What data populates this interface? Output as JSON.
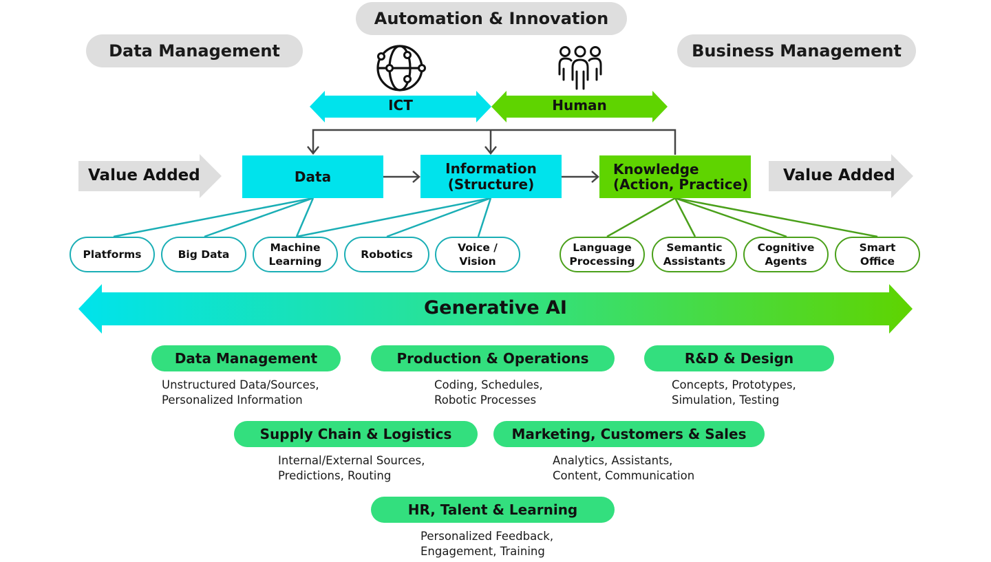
{
  "header": {
    "center_title": "Automation & Innovation",
    "left_title": "Data Management",
    "right_title": "Business Management"
  },
  "icons": {
    "ict": "globe-network-icon",
    "human": "people-group-icon"
  },
  "arrows_top": {
    "ict_label": "ICT",
    "human_label": "Human",
    "ict_color": "#00e3ec",
    "human_color": "#5fd400"
  },
  "flow": {
    "value_added_left": "Value Added",
    "value_added_right": "Value Added",
    "data": "Data",
    "information": [
      "Information",
      "(Structure)"
    ],
    "knowledge": [
      "Knowledge",
      "(Action, Practice)"
    ]
  },
  "technologies": {
    "ict": [
      [
        "Platforms"
      ],
      [
        "Big Data"
      ],
      [
        "Machine",
        "Learning"
      ],
      [
        "Robotics"
      ],
      [
        "Voice /",
        "Vision"
      ]
    ],
    "human": [
      [
        "Language",
        "Processing"
      ],
      [
        "Semantic",
        "Assistants"
      ],
      [
        "Cognitive",
        "Agents"
      ],
      [
        "Smart",
        "Office"
      ]
    ]
  },
  "generative_ai": {
    "label": "Generative AI",
    "gradient_start": "#00e3ec",
    "gradient_end": "#5fd400"
  },
  "functions": [
    {
      "title": "Data Management",
      "desc": [
        "Unstructured Data/Sources,",
        "Personalized Information"
      ]
    },
    {
      "title": "Production & Operations",
      "desc": [
        "Coding, Schedules,",
        "Robotic Processes"
      ]
    },
    {
      "title": "R&D & Design",
      "desc": [
        "Concepts, Prototypes,",
        "Simulation, Testing"
      ]
    },
    {
      "title": "Supply Chain & Logistics",
      "desc": [
        "Internal/External Sources,",
        "Predictions, Routing"
      ]
    },
    {
      "title": "Marketing, Customers & Sales",
      "desc": [
        "Analytics, Assistants,",
        "Content, Communication"
      ]
    },
    {
      "title": "HR, Talent & Learning",
      "desc": [
        "Personalized Feedback,",
        "Engagement, Training"
      ]
    }
  ]
}
